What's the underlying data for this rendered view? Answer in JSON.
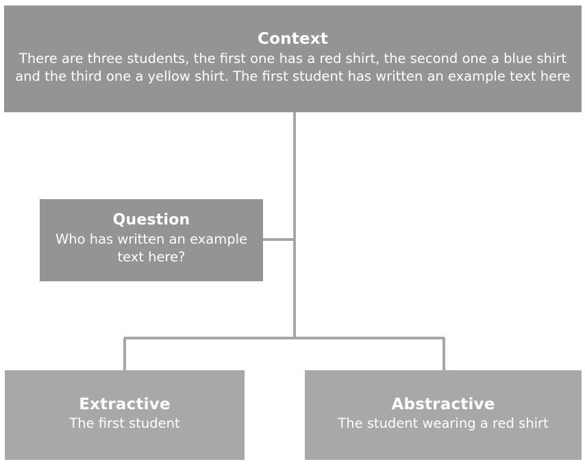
{
  "diagram": {
    "type": "tree",
    "background_color": "#ffffff",
    "connector_color": "#a6a6a6",
    "nodes": {
      "context": {
        "title": "Context",
        "body": "There are three students, the first one has a red shirt, the second one a blue shirt and the third one a yellow shirt. The first student has written an example text here",
        "fill": "#949494",
        "text_color": "#ffffff"
      },
      "question": {
        "title": "Question",
        "body": "Who has written an example text here?",
        "fill": "#949494",
        "text_color": "#ffffff"
      },
      "extractive": {
        "title": "Extractive",
        "body": "The first student",
        "fill": "#a8a8a8",
        "text_color": "#ffffff"
      },
      "abstractive": {
        "title": "Abstractive",
        "body": "The student wearing a red shirt",
        "fill": "#a8a8a8",
        "text_color": "#ffffff"
      }
    },
    "edges": [
      {
        "from": "context",
        "to": "question"
      },
      {
        "from": "context",
        "to": "extractive"
      },
      {
        "from": "context",
        "to": "abstractive"
      }
    ]
  }
}
